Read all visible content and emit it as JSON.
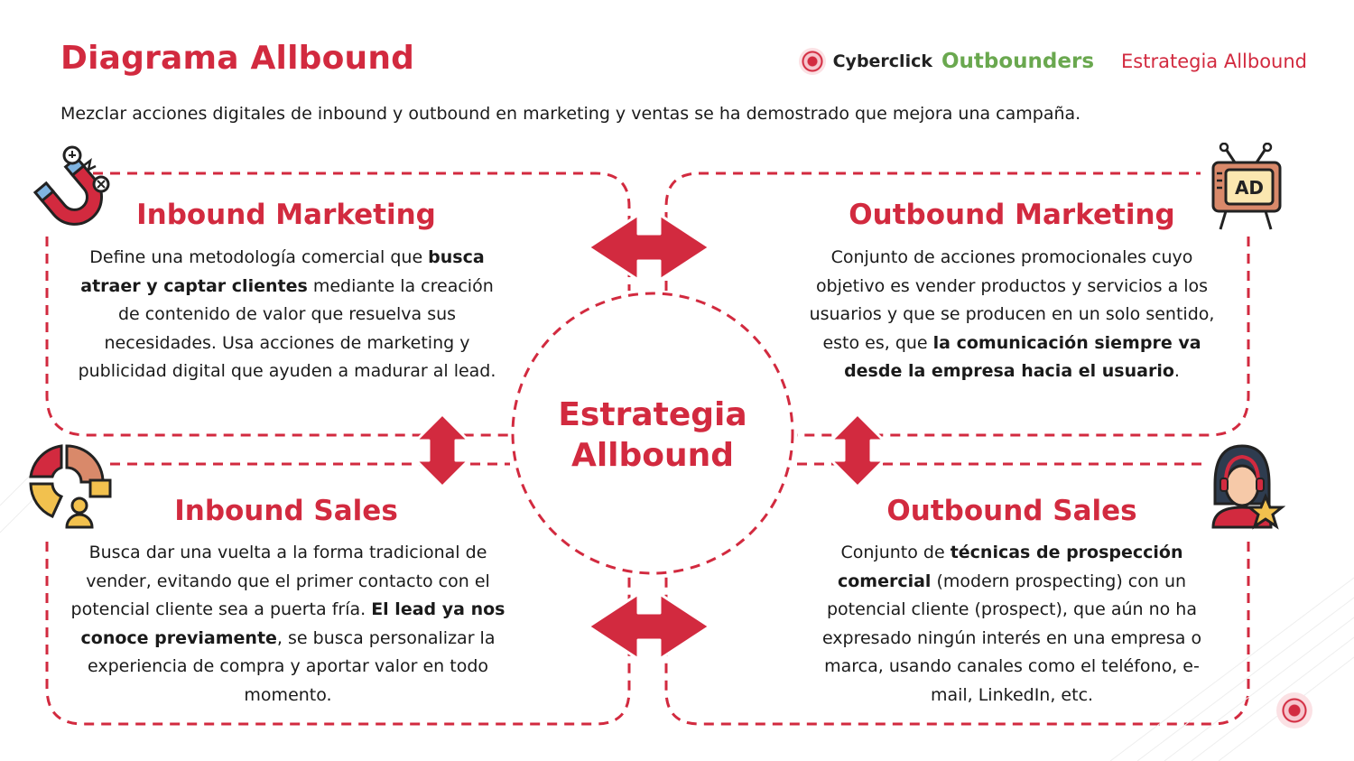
{
  "header": {
    "title": "Diagrama Allbound",
    "brand_primary": "Cyberclick",
    "brand_secondary": "Outbounders",
    "tag": "Estrategia Allbound",
    "subtitle": "Mezclar acciones digitales de inbound y outbound en marketing y ventas se ha demostrado que mejora una campaña."
  },
  "center": {
    "title_line1": "Estrategia",
    "title_line2": "Allbound"
  },
  "boxes": {
    "inbound_marketing": {
      "title": "Inbound Marketing",
      "icon": "magnet-icon",
      "text": [
        {
          "t": "Define una metodología comercial que "
        },
        {
          "t": "busca atraer y captar clientes",
          "b": true
        },
        {
          "t": " mediante la creación de contenido de valor que resuelva sus necesidades. Usa acciones de marketing y publicidad digital que ayuden a madurar al lead."
        }
      ]
    },
    "outbound_marketing": {
      "title": "Outbound Marketing",
      "icon": "tv-ad-icon",
      "text": [
        {
          "t": "Conjunto de acciones promocionales cuyo objetivo es vender productos y servicios a los usuarios y que se producen en un solo sentido, esto es, que "
        },
        {
          "t": "la comunicación siempre va desde la empresa hacia el usuario",
          "b": true
        },
        {
          "t": "."
        }
      ]
    },
    "inbound_sales": {
      "title": "Inbound Sales",
      "icon": "analytics-chart-icon",
      "text": [
        {
          "t": "Busca dar una vuelta a la forma tradicional de vender, evitando que el primer contacto con el potencial cliente sea a puerta fría. "
        },
        {
          "t": "El lead ya nos conoce previamente",
          "b": true
        },
        {
          "t": ", se busca personalizar la experiencia de compra y aportar valor en todo momento."
        }
      ]
    },
    "outbound_sales": {
      "title": "Outbound Sales",
      "icon": "support-agent-icon",
      "text": [
        {
          "t": "Conjunto de "
        },
        {
          "t": "técnicas de prospección comercial",
          "b": true
        },
        {
          "t": " (modern prospecting) con un potencial cliente (prospect), que aún no ha expresado ningún interés en una empresa o marca, usando canales como el teléfono, e-mail, LinkedIn, etc."
        }
      ]
    }
  },
  "colors": {
    "accent": "#d22a3f",
    "brand_green": "#6aa84f",
    "text": "#1a1a1a"
  }
}
